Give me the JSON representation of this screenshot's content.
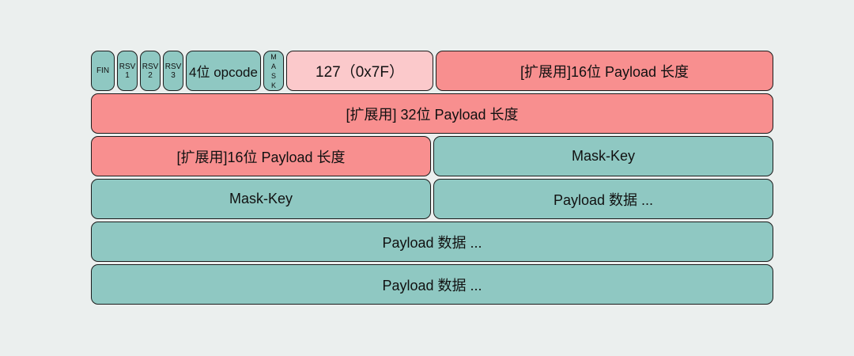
{
  "palette": {
    "background": "#ebefee",
    "teal": "#8fc8c2",
    "salmon": "#f88f8f",
    "light_pink": "#fbc9cb",
    "border": "#1c1c1c",
    "text": "#111111"
  },
  "diagram": {
    "rows": [
      {
        "cells": [
          {
            "label": "FIN"
          },
          {
            "label": "RSV 1"
          },
          {
            "label": "RSV 2"
          },
          {
            "label": "RSV 3"
          },
          {
            "label": "4位 opcode"
          },
          {
            "label": "MASK"
          },
          {
            "label": "127（0x7F）"
          },
          {
            "label": "[扩展用]16位 Payload 长度"
          }
        ]
      },
      {
        "cells": [
          {
            "label": "[扩展用] 32位 Payload 长度"
          }
        ]
      },
      {
        "cells": [
          {
            "label": "[扩展用]16位 Payload 长度"
          },
          {
            "label": "Mask-Key"
          }
        ]
      },
      {
        "cells": [
          {
            "label": "Mask-Key"
          },
          {
            "label": "Payload 数据 ..."
          }
        ]
      },
      {
        "cells": [
          {
            "label": "Payload 数据 ..."
          }
        ]
      },
      {
        "cells": [
          {
            "label": "Payload 数据 ..."
          }
        ]
      }
    ]
  }
}
